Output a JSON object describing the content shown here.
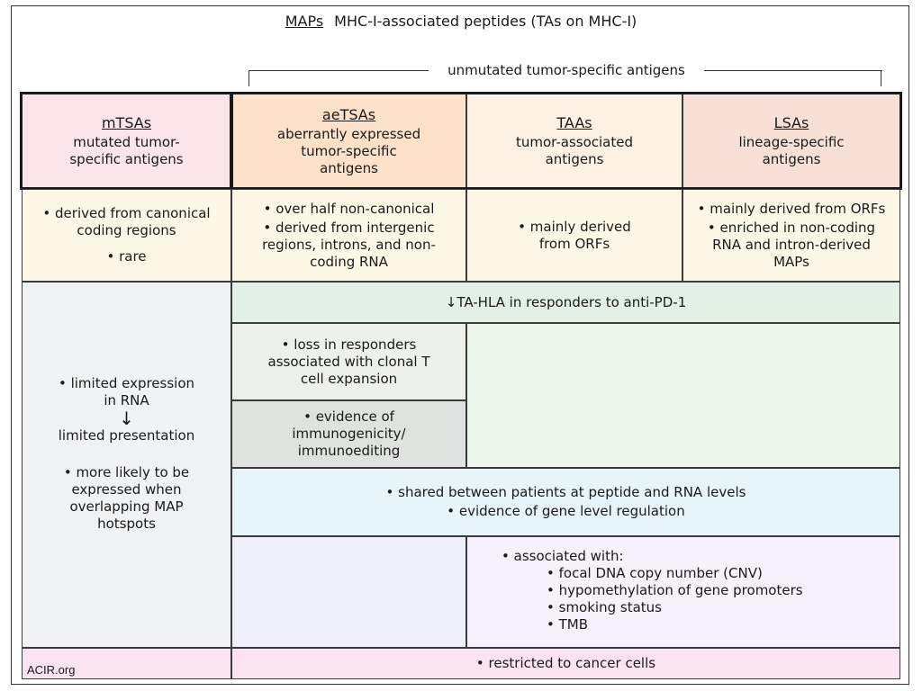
{
  "title": {
    "abbr": "MAPs",
    "full": "MHC-I-associated peptides (TAs on MHC-I)"
  },
  "bracket_label": "unmutated tumor-specific antigens",
  "headers": [
    {
      "abbr": "mTSAs",
      "desc": "mutated tumor-specific antigens",
      "color": "#fbe4ea"
    },
    {
      "abbr": "aeTSAs",
      "desc": "aberrantly expressed tumor-specific antigens",
      "color": "#fde1c8"
    },
    {
      "abbr": "TAAs",
      "desc": "tumor-associated antigens",
      "color": "#fdf1e4"
    },
    {
      "abbr": "LSAs",
      "desc": "lineage-specific antigens",
      "color": "#f9e0d6"
    }
  ],
  "origin_row": {
    "color": "#fdf8e6",
    "mtsa": [
      "derived from canonical coding regions",
      "rare"
    ],
    "aetsa": [
      "over half non-canonical",
      "derived from intergenic regions, introns, and non-coding RNA"
    ],
    "taa": [
      "mainly derived from ORFs"
    ],
    "lsa": [
      "mainly derived from ORFs",
      "enriched in non-coding RNA and intron-derived MAPs"
    ]
  },
  "left_column": {
    "color": "#f1f2f4",
    "item1_line1": "limited expression",
    "item1_line2": "in RNA",
    "arrow": "↓",
    "item1_result": "limited presentation",
    "item2": "more likely to be expressed when overlapping MAP hotspots"
  },
  "ta_hla_row": {
    "text": "↓TA-HLA in responders to anti-PD-1",
    "color": "#e3f0e6"
  },
  "loss_cell": {
    "text": "loss in responders associated with clonal T cell expansion",
    "color": "#eef0ec"
  },
  "evidence_cell": {
    "text": "evidence of immunogenicity/ immunoediting",
    "color": "#dfe2df"
  },
  "right_green": {
    "color": "#edf6ec"
  },
  "shared_row": {
    "color": "#e7f4fa",
    "items": [
      "shared between patients at peptide and RNA levels",
      "evidence of gene level regulation"
    ]
  },
  "assoc_cell": {
    "color": "#f6f1fa",
    "heading": "associated with:",
    "items": [
      "focal DNA copy number (CNV)",
      "hypomethylation of gene promoters",
      "smoking status",
      "TMB"
    ]
  },
  "blank_lav_cell": {
    "color": "#eef1fa"
  },
  "restricted_row": {
    "text": "restricted to cancer cells",
    "color": "#fbe3f1"
  },
  "credit": "ACIR.org"
}
